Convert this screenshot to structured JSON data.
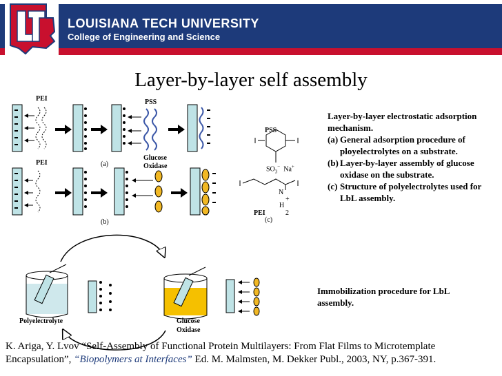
{
  "header": {
    "university": "LOUISIANA TECH UNIVERSITY",
    "college": "College of Engineering and Science",
    "colors": {
      "band": "#1d3a7a",
      "stripe": "#c8102e"
    },
    "logo_icon": "louisiana-tech-logo-icon"
  },
  "slide": {
    "title": "Layer-by-layer self assembly"
  },
  "diagram": {
    "labels": {
      "pei_a": "PEI",
      "pss_a": "PSS",
      "panel_a": "(a)",
      "glucose_a": "Glucose",
      "oxidase_a": "Oxidase",
      "pei_b": "PEI",
      "panel_b": "(b)",
      "pss_struct": "PSS",
      "so3": "SO",
      "so3_sub": "3",
      "so3_sup": "−",
      "na": "Na",
      "na_sup": "+",
      "n": "N",
      "n_plus": "+",
      "h": "H",
      "h_sub": "2",
      "pei_struct": "PEI",
      "panel_c": "(c)",
      "polyelectrolyte": "Polyelectrolyte",
      "glucose_c": "Glucose",
      "oxidase_c": "Oxidase"
    },
    "colors": {
      "substrate": "#bfe3e6",
      "enzyme": "#f2b824",
      "pss": "#3c58a8",
      "beaker_blue": "#cfe8ec",
      "beaker_yellow": "#f5c000"
    }
  },
  "caption": {
    "intro": "Layer-by-layer electrostatic adsorption mechanism.",
    "items": [
      {
        "label": "(a)",
        "text": "General adsorption procedure of ployelectrolytes on a substrate."
      },
      {
        "label": "(b)",
        "text": "Layer-by-layer assembly of glucose oxidase on the substrate."
      },
      {
        "label": "(c)",
        "text": "Structure of polyelectrolytes used for LbL assembly."
      }
    ]
  },
  "immobilization": "Immobilization procedure  for LbL assembly.",
  "reference": {
    "part1": "K. Ariga, Y. Lvov “Self-Assembly of Functional Protein Multilayers: From Flat Films to Microtemplate Encapsulation”, ",
    "book": "“Biopolymers at Interfaces”",
    "part2": " Ed. M. Malmsten, M. Dekker Publ., 2003, NY, p.367-391."
  }
}
